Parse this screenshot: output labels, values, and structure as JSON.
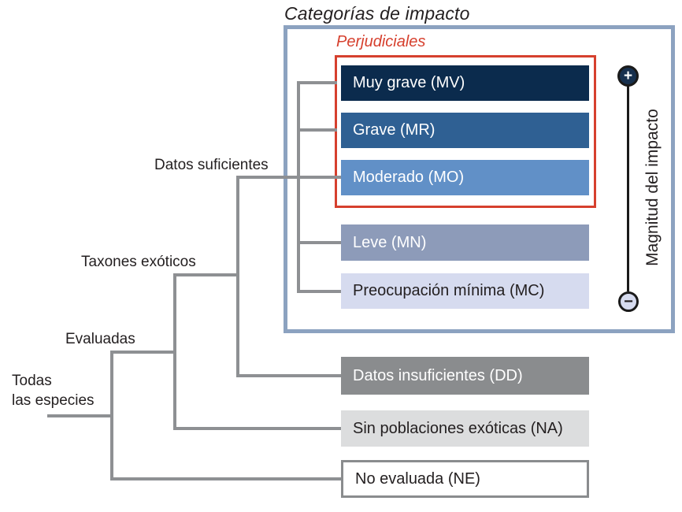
{
  "title": "Categorías de impacto",
  "panel": {
    "harmful_label": "Perjudiciales",
    "categories": [
      {
        "code": "MV",
        "label": "Muy grave (MV)",
        "color": "#0b2b4d",
        "text_color": "#ffffff",
        "harmful": true
      },
      {
        "code": "MR",
        "label": "Grave (MR)",
        "color": "#2f6093",
        "text_color": "#ffffff",
        "harmful": true
      },
      {
        "code": "MO",
        "label": "Moderado (MO)",
        "color": "#6190c7",
        "text_color": "#ffffff",
        "harmful": true
      },
      {
        "code": "MN",
        "label": "Leve (MN)",
        "color": "#8d9bb9",
        "text_color": "#ffffff",
        "harmful": false
      },
      {
        "code": "MC",
        "label": "Preocupación mínima (MC)",
        "color": "#d6dbef",
        "text_color": "#231f20",
        "harmful": false
      }
    ],
    "magnitude_axis": {
      "label": "Magnitud del impacto",
      "plus_symbol": "+",
      "minus_symbol": "−"
    }
  },
  "other_categories": [
    {
      "code": "DD",
      "label": "Datos insuficientes (DD)",
      "color": "#8a8c8e",
      "text_color": "#ffffff"
    },
    {
      "code": "NA",
      "label": "Sin poblaciones exóticas (NA)",
      "color": "#dcddde",
      "text_color": "#231f20"
    },
    {
      "code": "NE",
      "label": "No evaluada (NE)",
      "color": "#ffffff",
      "text_color": "#231f20",
      "border_color": "#8a8c8e"
    }
  ],
  "tree": {
    "root_label_line1": "Todas",
    "root_label_line2": "las especies",
    "nodes": [
      {
        "label": "Evaluadas"
      },
      {
        "label": "Taxones exóticos"
      },
      {
        "label": "Datos suficientes"
      }
    ]
  },
  "colors": {
    "harmful_accent": "#d6402e",
    "panel_border": "#8ca2c0",
    "tree_line": "#8e9093",
    "axis_line": "#1a1a1a",
    "plus_fill": "#17304e",
    "minus_fill": "#d6dbef",
    "text": "#231f20"
  }
}
